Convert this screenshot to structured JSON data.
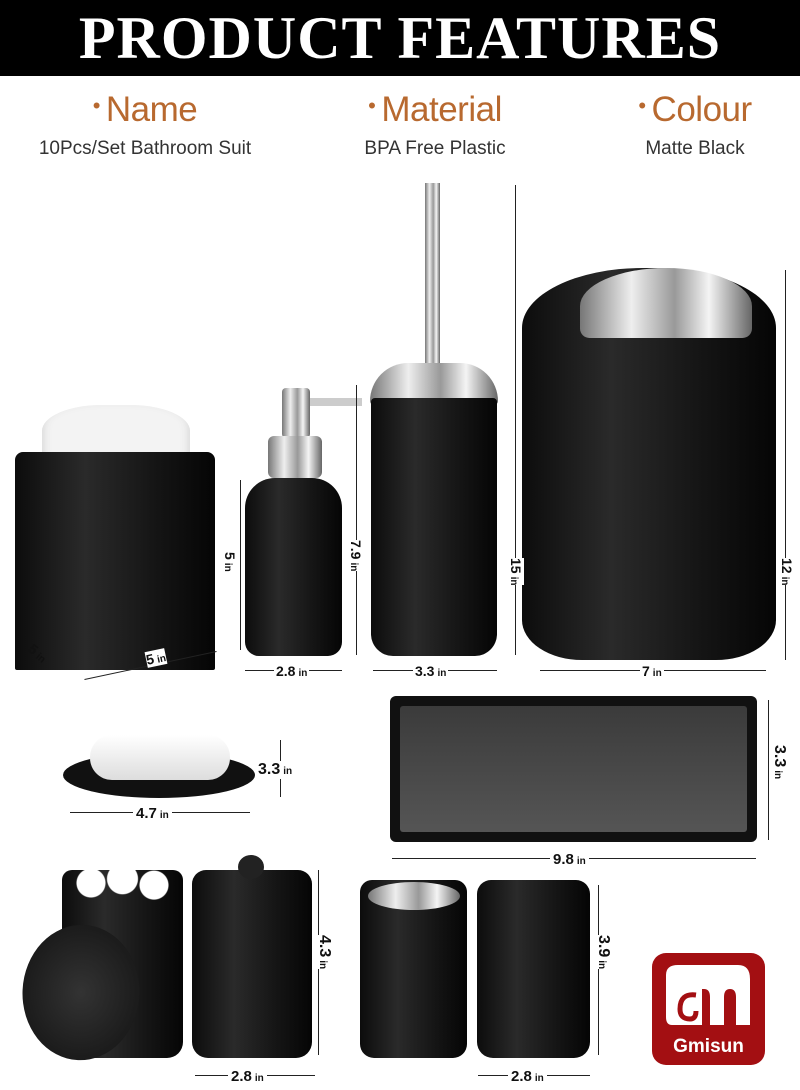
{
  "header": {
    "title": "PRODUCT FEATURES"
  },
  "features": [
    {
      "label": "Name",
      "value": "10Pcs/Set Bathroom Suit"
    },
    {
      "label": "Material",
      "value": "BPA Free Plastic"
    },
    {
      "label": "Colour",
      "value": "Matte Black"
    }
  ],
  "bullet": "•",
  "dimensions": {
    "tissue_height": {
      "value": "5",
      "unit": "in"
    },
    "tissue_depth": {
      "value": "5",
      "unit": "in"
    },
    "tissue_width": {
      "value": "5",
      "unit": "in"
    },
    "dispenser_height": {
      "value": "7.9",
      "unit": "in"
    },
    "dispenser_width": {
      "value": "2.8",
      "unit": "in"
    },
    "brush_height": {
      "value": "15",
      "unit": "in"
    },
    "brush_width": {
      "value": "3.3",
      "unit": "in"
    },
    "trash_height": {
      "value": "12",
      "unit": "in"
    },
    "trash_width": {
      "value": "7",
      "unit": "in"
    },
    "dish_height": {
      "value": "3.3",
      "unit": "in"
    },
    "dish_width": {
      "value": "4.7",
      "unit": "in"
    },
    "tray_height": {
      "value": "3.3",
      "unit": "in"
    },
    "tray_width": {
      "value": "9.8",
      "unit": "in"
    },
    "jar_height": {
      "value": "4.3",
      "unit": "in"
    },
    "jar_width": {
      "value": "2.8",
      "unit": "in"
    },
    "cup_height": {
      "value": "3.9",
      "unit": "in"
    },
    "cup_width": {
      "value": "2.8",
      "unit": "in"
    }
  },
  "logo": {
    "brand": "Gmisun",
    "color": "#a30f12"
  },
  "colors": {
    "accent": "#b8692f",
    "header_bg": "#000000"
  }
}
